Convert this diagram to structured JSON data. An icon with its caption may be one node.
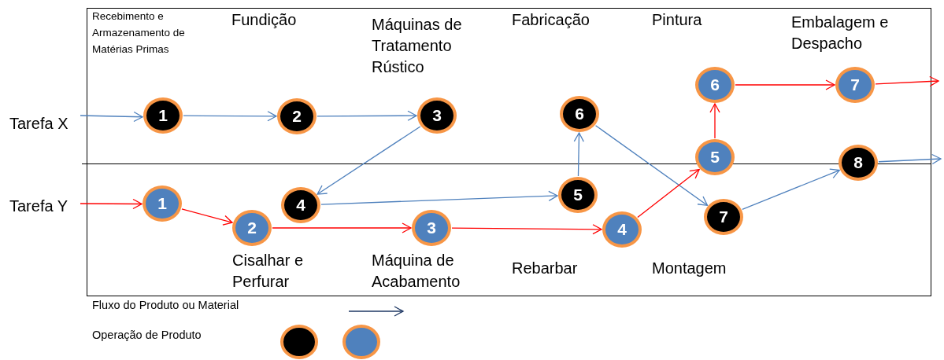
{
  "diagram": {
    "nodes": [
      {
        "text": [
          "Tarefa X"
        ]
      },
      {
        "text": [
          "1"
        ]
      },
      {
        "text": [
          "2"
        ]
      },
      {
        "text": [
          "3"
        ]
      },
      {
        "text": [
          "6"
        ]
      },
      {
        "text": [
          "6"
        ]
      },
      {
        "text": [
          "7"
        ]
      },
      {
        "text": [
          "5"
        ]
      },
      {
        "text": [
          "8"
        ]
      },
      {
        "text": [
          "Tarefa Y"
        ]
      },
      {
        "text": [
          "1"
        ]
      },
      {
        "text": [
          "4"
        ]
      },
      {
        "text": [
          "5"
        ]
      },
      {
        "text": [
          "2"
        ]
      },
      {
        "text": [
          "3"
        ]
      },
      {
        "text": [
          "4"
        ]
      },
      {
        "text": [
          "7"
        ]
      }
    ],
    "edges": [
      {
        "from": 0,
        "to": 1,
        "arrow": "to"
      },
      {
        "from": 1,
        "to": 2,
        "arrow": "to"
      },
      {
        "from": 2,
        "to": 3,
        "arrow": "to"
      },
      {
        "from": 3,
        "to": 11,
        "arrow": "to"
      },
      {
        "from": 11,
        "to": 12,
        "arrow": "to"
      },
      {
        "from": 12,
        "to": 4,
        "arrow": "to"
      },
      {
        "from": 4,
        "to": 16,
        "arrow": "to"
      },
      {
        "from": 16,
        "to": 8,
        "arrow": "to"
      },
      {
        "from": 8,
        "to": null,
        "arrow": "to"
      },
      {
        "from": 9,
        "to": 10,
        "arrow": "to",
        "color": "#ff0000"
      },
      {
        "from": 10,
        "to": 13,
        "arrow": "to",
        "color": "#ff0000"
      },
      {
        "from": 13,
        "to": 14,
        "arrow": "to",
        "color": "#ff0000"
      },
      {
        "from": 14,
        "to": 15,
        "arrow": "to",
        "color": "#ff0000"
      },
      {
        "from": 15,
        "to": 7,
        "arrow": "to",
        "color": "#ff0000"
      },
      {
        "from": 7,
        "to": 5,
        "arrow": "to",
        "color": "#ff0000"
      },
      {
        "from": 5,
        "to": 6,
        "arrow": "to",
        "color": "#ff0000"
      },
      {
        "from": 6,
        "to": null,
        "arrow": "to",
        "color": "#ff0000"
      }
    ],
    "labels": [
      "Recebimento e Armazenamento de Matérias Primas",
      "Fundição",
      "Máquinas de Tratamento Rústico",
      "Fabricação",
      "Pintura",
      "Embalagem e Despacho",
      "Cisalhar e Perfurar",
      "Máquina de Acabamento",
      "Rebarbar",
      "Montagem"
    ],
    "legend": [
      {
        "text": "Fluxo do Produto ou Material"
      },
      {
        "text": "Operação de Produto"
      }
    ]
  }
}
